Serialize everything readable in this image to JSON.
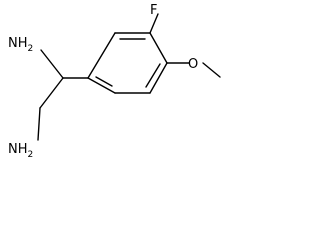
{
  "molecule": {
    "atom_labels": {
      "nh2_top": "NH",
      "nh2_top_sub": "2",
      "nh2_bottom": "NH",
      "nh2_bottom_sub": "2",
      "fluorine": "F",
      "oxygen": "O"
    },
    "colors": {
      "bond": "#000000",
      "label": "#000000",
      "background": "#ffffff"
    }
  }
}
